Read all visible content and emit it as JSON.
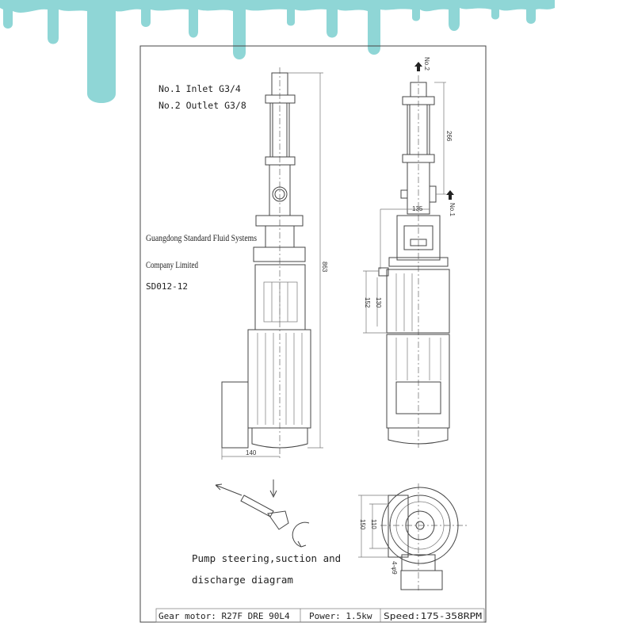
{
  "colors": {
    "drip": "#8fd6d6",
    "line": "#444444"
  },
  "ports": {
    "inlet": "No.1 Inlet G3/4",
    "outlet": "No.2 Outlet G3/8"
  },
  "company": {
    "line1": "Guangdong Standard Fluid Systems",
    "line2": "Company Limited",
    "model": "SD012-12"
  },
  "dimensions": {
    "total_height": "863",
    "motor_width": "140",
    "no2": "No.2",
    "no1": "No.1",
    "upper_length": "266",
    "offset": "135",
    "gearbox_inner": "130",
    "gearbox_outer": "152",
    "base_outer": "150",
    "base_inner": "110",
    "holes": "4-φ9"
  },
  "diagram_caption": {
    "line1": "Pump steering,suction and",
    "line2": "discharge diagram"
  },
  "spec_table": {
    "gear_motor": "Gear motor: R27F DRE 90L4",
    "power": "Power: 1.5kw",
    "speed": "Speed:175-358RPM"
  }
}
